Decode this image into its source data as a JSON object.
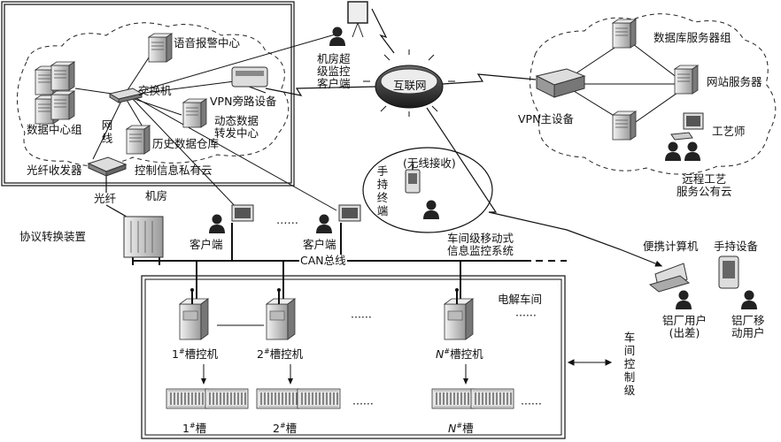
{
  "labels": {
    "voice_alarm_center": "语音报警中心",
    "switch": "交换机",
    "vpn_bypass": "VPN旁路设备",
    "data_center_group": "数据中心组",
    "network_cable": "网线",
    "dynamic_data_relay": "动态数据\n转发中心",
    "history_db": "历史数据仓库",
    "fiber_transceiver": "光纤收发器",
    "control_private_cloud": "控制信息私有云",
    "fiber": "光纤",
    "machine_room": "机房",
    "monitor_client": "机房超\n级监控\n客户端",
    "internet": "互联网",
    "db_server_group": "数据库服务器组",
    "web_server": "网站服务器",
    "vpn_main": "VPN主设备",
    "engineer": "工艺师",
    "remote_cloud": "远程工艺\n服务公有云",
    "handheld_terminal": "手持终端",
    "wireless_rx": "(无线接收)",
    "protocol_converter": "协议转换装置",
    "client_1": "客户端",
    "client_2": "客户端",
    "dots_clients": "……",
    "can_bus": "CAN总线",
    "workshop_mobile": "车间级移动式\n信息监控系统",
    "laptop": "便携计算机",
    "handheld_device": "手持设备",
    "plant_user_travel": "铝厂用户\n(出差)",
    "plant_mobile_user": "铝厂移\n动用户",
    "electrolysis_workshop": "电解车间",
    "dots_workshop": "······",
    "controller_1": "1#槽控机",
    "controller_2": "2#槽控机",
    "controller_n": "N#槽控机",
    "dots_controllers": "······",
    "cell_1": "1#槽",
    "cell_2": "2#槽",
    "cell_n": "N#槽",
    "dots_cells_1": "······",
    "dots_cells_2": "······",
    "workshop_control_level": "车间控制级"
  },
  "icons": [
    "server-icon",
    "switch-icon",
    "router-icon",
    "person-icon",
    "whiteboard-icon",
    "cloud-icon",
    "handheld-icon",
    "laptop-icon",
    "computer-icon",
    "cabinet-icon",
    "electrolytic-cell-icon"
  ],
  "colors": {
    "stroke": "#111111",
    "device": "#d9d9d9",
    "device_dark": "#8a8a8a",
    "internet": "#2b2b2b"
  }
}
